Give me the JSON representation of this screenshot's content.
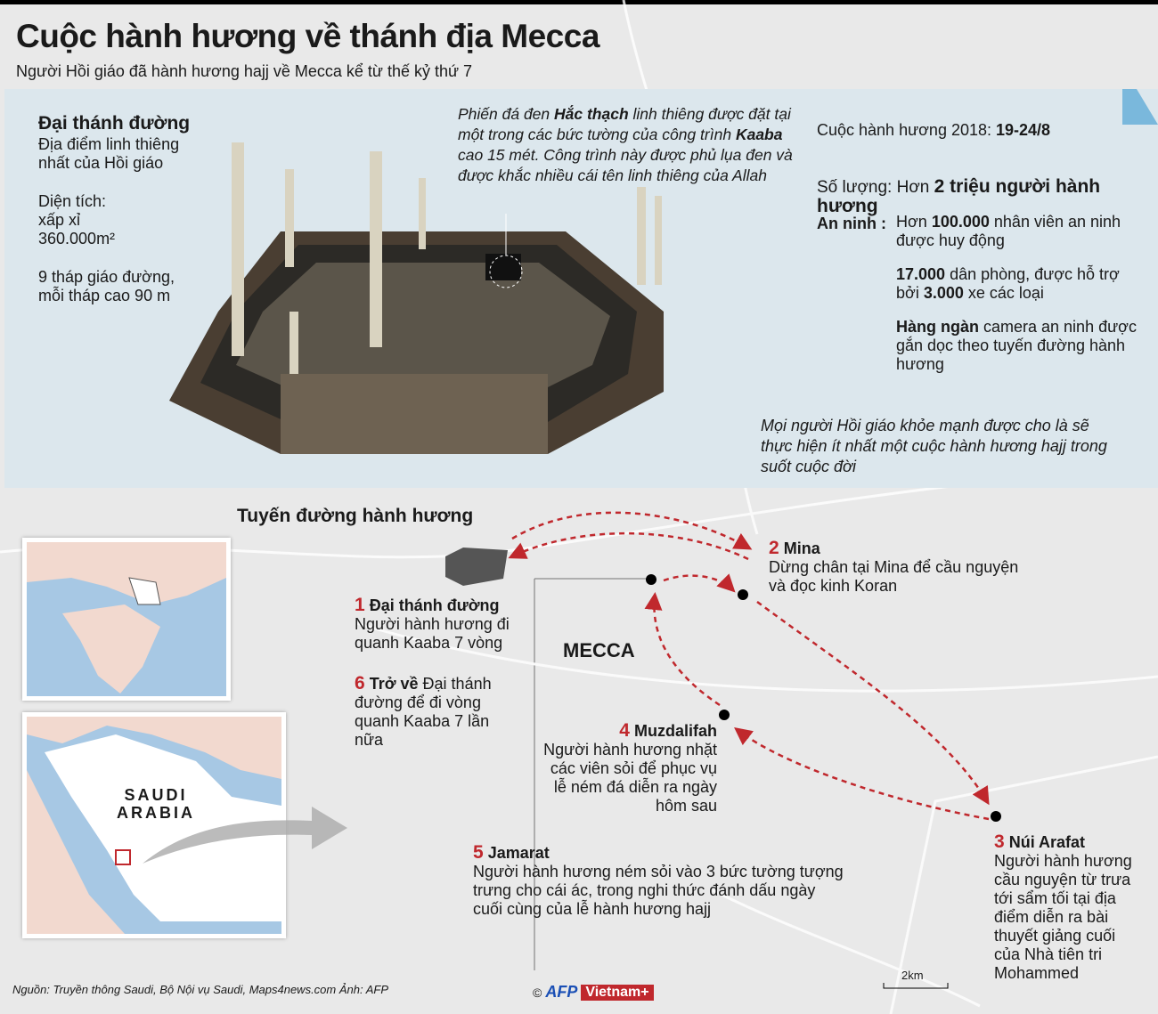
{
  "header": {
    "title": "Cuộc hành hương về thánh địa Mecca",
    "subtitle": "Người Hồi giáo đã hành hương hajj về Mecca kể từ thế kỷ thứ 7"
  },
  "mosque": {
    "heading": "Đại thánh đường",
    "desc": "Địa điểm linh thiêng nhất của Hồi giáo",
    "area_label": "Diện tích:",
    "area_value": "xấp xỉ 360.000m²",
    "minarets": "9 tháp giáo đường, mỗi tháp cao 90 m",
    "stone_note_1": "Phiến đá đen ",
    "stone_note_bold": "Hắc thạch",
    "stone_note_2": " linh thiêng được đặt tại một trong các bức tường của công trình ",
    "stone_note_bold2": "Kaaba",
    "stone_note_3": " cao 15 mét. Công trình này được phủ lụa đen và được khắc nhiều cái tên linh thiêng của Allah"
  },
  "facts": {
    "date_label": "Cuộc hành hương 2018: ",
    "date_value": "19-24/8",
    "count_label": "Số lượng:",
    "count_pre": "Hơn ",
    "count_value": "2 triệu người hành hương",
    "security_label": "An ninh",
    "security_colon": ":",
    "sec1_pre": "Hơn ",
    "sec1_bold": "100.000",
    "sec1_post": " nhân viên an ninh được huy động",
    "sec2_bold": "17.000",
    "sec2_mid": " dân phòng, được hỗ trợ bởi ",
    "sec2_bold2": "3.000",
    "sec2_post": " xe các loại",
    "sec3_bold": "Hàng ngàn",
    "sec3_post": " camera an ninh được gắn dọc theo tuyến đường hành hương",
    "note": "Mọi người Hồi giáo khỏe mạnh được cho là sẽ thực hiện ít nhất một cuộc hành hương hajj trong suốt cuộc đời"
  },
  "route": {
    "heading": "Tuyến đường hành hương",
    "city": "MECCA",
    "country": "SAUDI ARABIA",
    "scale": "2km",
    "accent": "#c0282d",
    "stops": [
      {
        "num": "1",
        "name": "Đại thánh đường",
        "text": "Người hành hương đi quanh Kaaba 7 vòng"
      },
      {
        "num": "2",
        "name": "Mina",
        "text": "Dừng chân tại Mina để cầu nguyện và đọc kinh Koran"
      },
      {
        "num": "3",
        "name": "Núi Arafat",
        "text": "Người hành hương cầu nguyện từ trưa tới sẩm tối tại địa điểm diễn ra bài thuyết giảng cuối của Nhà tiên tri Mohammed"
      },
      {
        "num": "4",
        "name": "Muzdalifah",
        "text": "Người hành hương nhặt các viên sỏi để phục vụ lễ ném đá diễn ra ngày hôm sau"
      },
      {
        "num": "5",
        "name": "Jamarat",
        "text": "Người hành hương ném sỏi vào 3 bức tường tượng trưng cho cái ác, trong nghi thức đánh dấu ngày cuối cùng của lễ hành hương hajj"
      },
      {
        "num": "6",
        "name": "Trở về",
        "text": "Đại thánh đường để đi vòng quanh Kaaba 7 lần nữa"
      }
    ]
  },
  "footer": {
    "source": "Nguồn: Truyền thông Saudi,  Bộ Nội vụ Saudi, Maps4news.com     Ảnh:  AFP",
    "copyright": "©",
    "afp": "AFP",
    "vn": "Vietnam+"
  }
}
